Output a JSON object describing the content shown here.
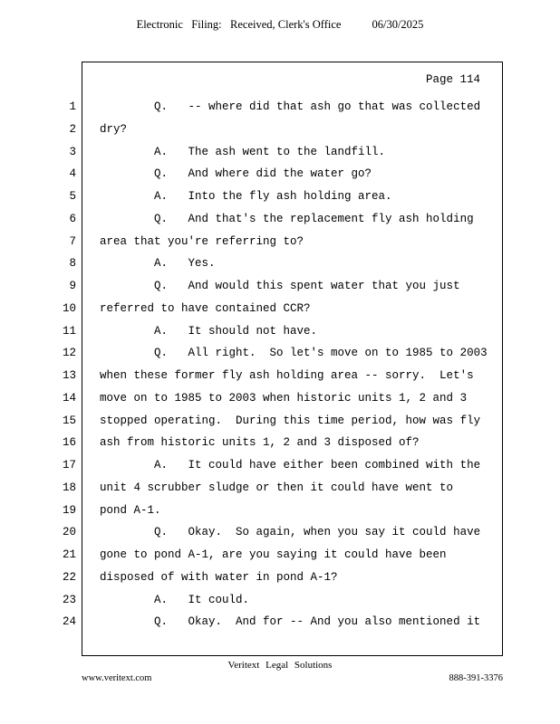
{
  "header": {
    "filing_label": "Electronic   Filing:   Received, Clerk's Office",
    "filing_date": "06/30/2025"
  },
  "page": {
    "page_label": "Page 114",
    "lines": [
      {
        "num": "1",
        "text": "        Q.   -- where did that ash go that was collected"
      },
      {
        "num": "2",
        "text": "dry?"
      },
      {
        "num": "3",
        "text": "        A.   The ash went to the landfill."
      },
      {
        "num": "4",
        "text": "        Q.   And where did the water go?"
      },
      {
        "num": "5",
        "text": "        A.   Into the fly ash holding area."
      },
      {
        "num": "6",
        "text": "        Q.   And that's the replacement fly ash holding"
      },
      {
        "num": "7",
        "text": "area that you're referring to?"
      },
      {
        "num": "8",
        "text": "        A.   Yes."
      },
      {
        "num": "9",
        "text": "        Q.   And would this spent water that you just"
      },
      {
        "num": "10",
        "text": "referred to have contained CCR?"
      },
      {
        "num": "11",
        "text": "        A.   It should not have."
      },
      {
        "num": "12",
        "text": "        Q.   All right.  So let's move on to 1985 to 2003"
      },
      {
        "num": "13",
        "text": "when these former fly ash holding area -- sorry.  Let's"
      },
      {
        "num": "14",
        "text": "move on to 1985 to 2003 when historic units 1, 2 and 3"
      },
      {
        "num": "15",
        "text": "stopped operating.  During this time period, how was fly"
      },
      {
        "num": "16",
        "text": "ash from historic units 1, 2 and 3 disposed of?"
      },
      {
        "num": "17",
        "text": "        A.   It could have either been combined with the"
      },
      {
        "num": "18",
        "text": "unit 4 scrubber sludge or then it could have went to"
      },
      {
        "num": "19",
        "text": "pond A-1."
      },
      {
        "num": "20",
        "text": "        Q.   Okay.  So again, when you say it could have"
      },
      {
        "num": "21",
        "text": "gone to pond A-1, are you saying it could have been"
      },
      {
        "num": "22",
        "text": "disposed of with water in pond A-1?"
      },
      {
        "num": "23",
        "text": "        A.   It could."
      },
      {
        "num": "24",
        "text": "        Q.   Okay.  And for -- And you also mentioned it"
      }
    ]
  },
  "footer": {
    "company": "Veritext Legal Solutions",
    "website": "www.veritext.com",
    "phone": "888-391-3376"
  }
}
